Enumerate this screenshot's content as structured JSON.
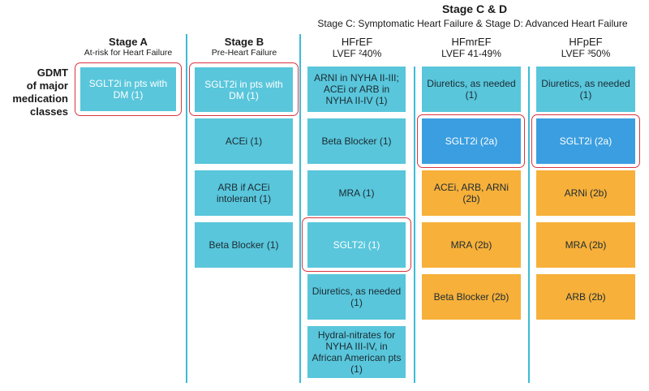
{
  "header": {
    "title": "Stage C & D",
    "subtitle": "Stage C: Symptomatic Heart Failure & Stage D: Advanced Heart Failure"
  },
  "row_label": {
    "line1": "GDMT",
    "line2": "of major",
    "line3": "medication",
    "line4": "classes"
  },
  "columns": {
    "stage_a": {
      "title": "Stage A",
      "subtitle": "At-risk for Heart Failure"
    },
    "stage_b": {
      "title": "Stage B",
      "subtitle": "Pre-Heart Failure"
    },
    "hfref": {
      "title": "HFrEF",
      "subtitle": "LVEF ²40%"
    },
    "hfmref": {
      "title": "HFmrEF",
      "subtitle": "LVEF 41-49%"
    },
    "hfpef": {
      "title": "HFpEF",
      "subtitle": "LVEF ³50%"
    }
  },
  "boxes": {
    "a1": "SGLT2i in pts with DM (1)",
    "b1": "SGLT2i in pts with DM (1)",
    "b2": "ACEi (1)",
    "b3": "ARB if ACEi intolerant (1)",
    "b4": "Beta Blocker (1)",
    "r1": "ARNI in NYHA II-III; ACEi or ARB in NYHA II-IV (1)",
    "r2": "Beta Blocker (1)",
    "r3": "MRA (1)",
    "r4": "SGLT2i (1)",
    "r5": "Diuretics, as needed (1)",
    "r6": "Hydral-nitrates for NYHA III-IV, in African American pts (1)",
    "m1": "Diuretics, as needed (1)",
    "m2": "SGLT2i (2a)",
    "m3": "ACEi, ARB, ARNi (2b)",
    "m4": "MRA (2b)",
    "m5": "Beta Blocker (2b)",
    "p1": "Diuretics, as needed (1)",
    "p2": "SGLT2i (2a)",
    "p3": "ARNi (2b)",
    "p4": "MRA (2b)",
    "p5": "ARB (2b)"
  },
  "colors": {
    "class1": "#59c6db",
    "class2a": "#3b9ee0",
    "class2b": "#f7b03a",
    "highlight_outline": "#d9343f",
    "divider": "#3bbcd6"
  }
}
